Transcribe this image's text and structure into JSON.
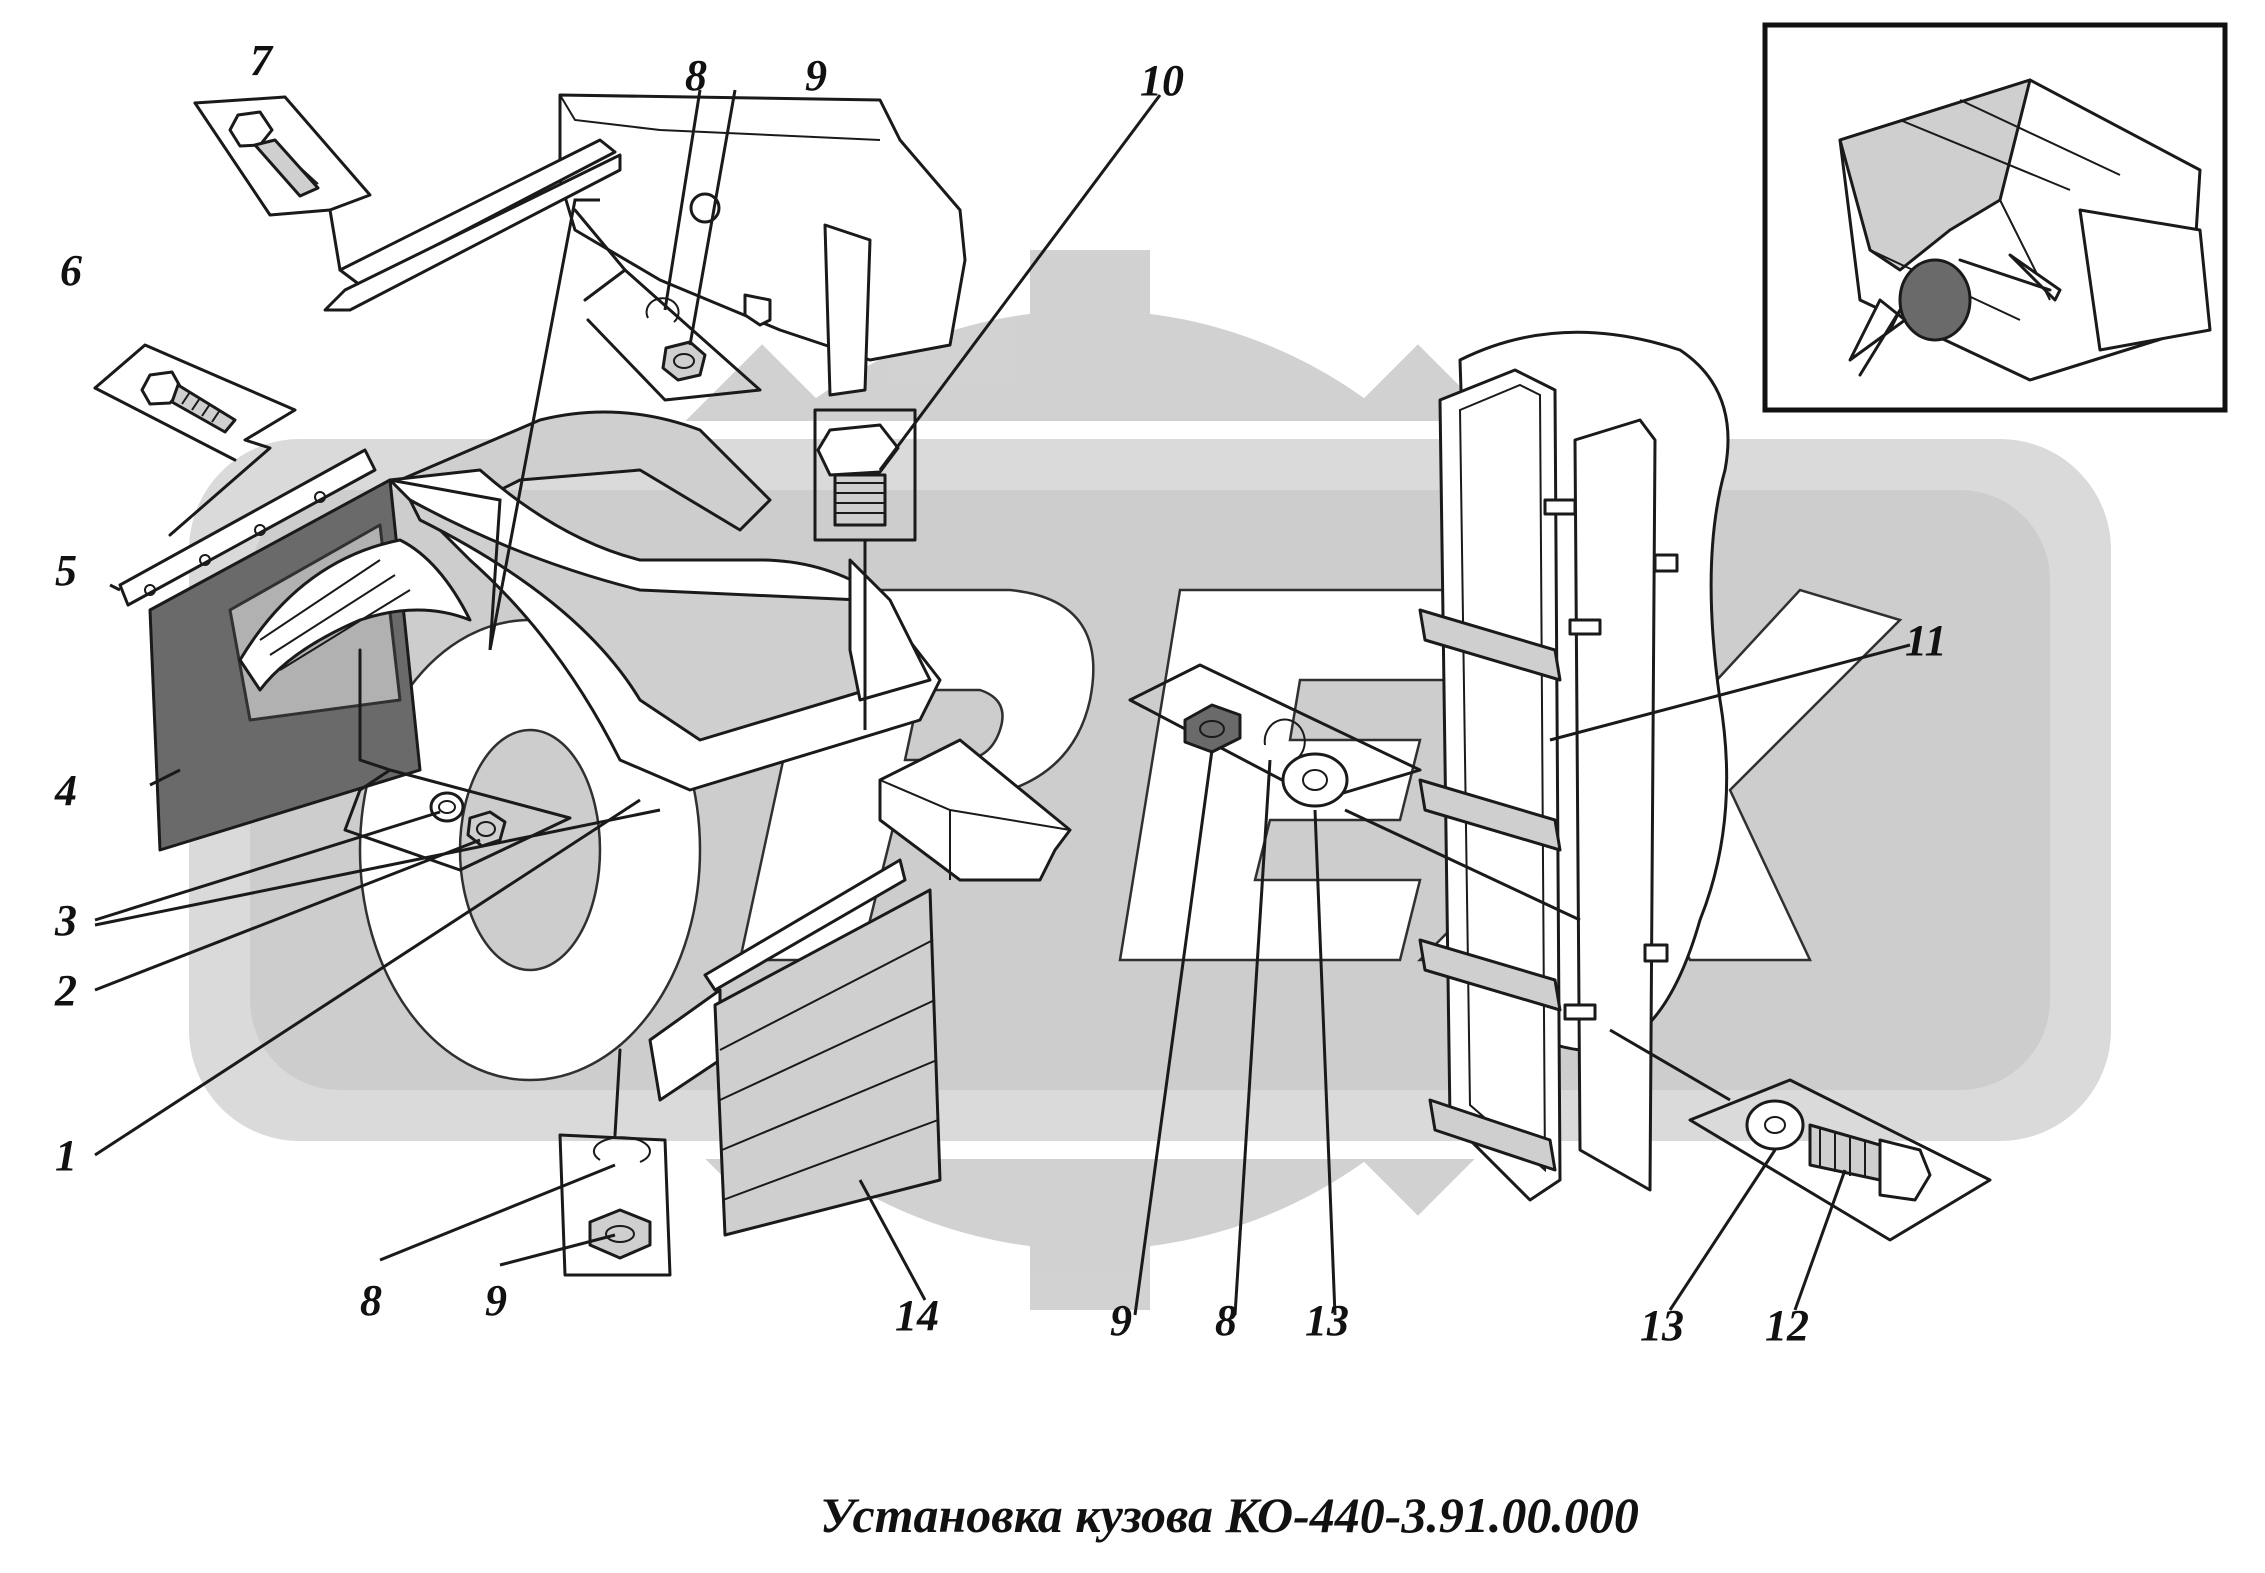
{
  "caption": "Установка кузова КО-440-3.91.00.000",
  "callouts": {
    "c1": "1",
    "c2": "2",
    "c3": "3",
    "c4": "4",
    "c5": "5",
    "c6": "6",
    "c7": "7",
    "c8a": "8",
    "c9a": "9",
    "c10": "10",
    "c11": "11",
    "c8b": "8",
    "c9b": "9",
    "c14": "14",
    "c9c": "9",
    "c8c": "8",
    "c13a": "13",
    "c13b": "13",
    "c12": "12"
  },
  "watermark": {
    "text": "OPEX",
    "color": "#c8c8c8"
  },
  "colors": {
    "line": "#1a1a1a",
    "shade": "#cfcfcf",
    "dark": "#6a6a6a",
    "background": "#ffffff"
  }
}
